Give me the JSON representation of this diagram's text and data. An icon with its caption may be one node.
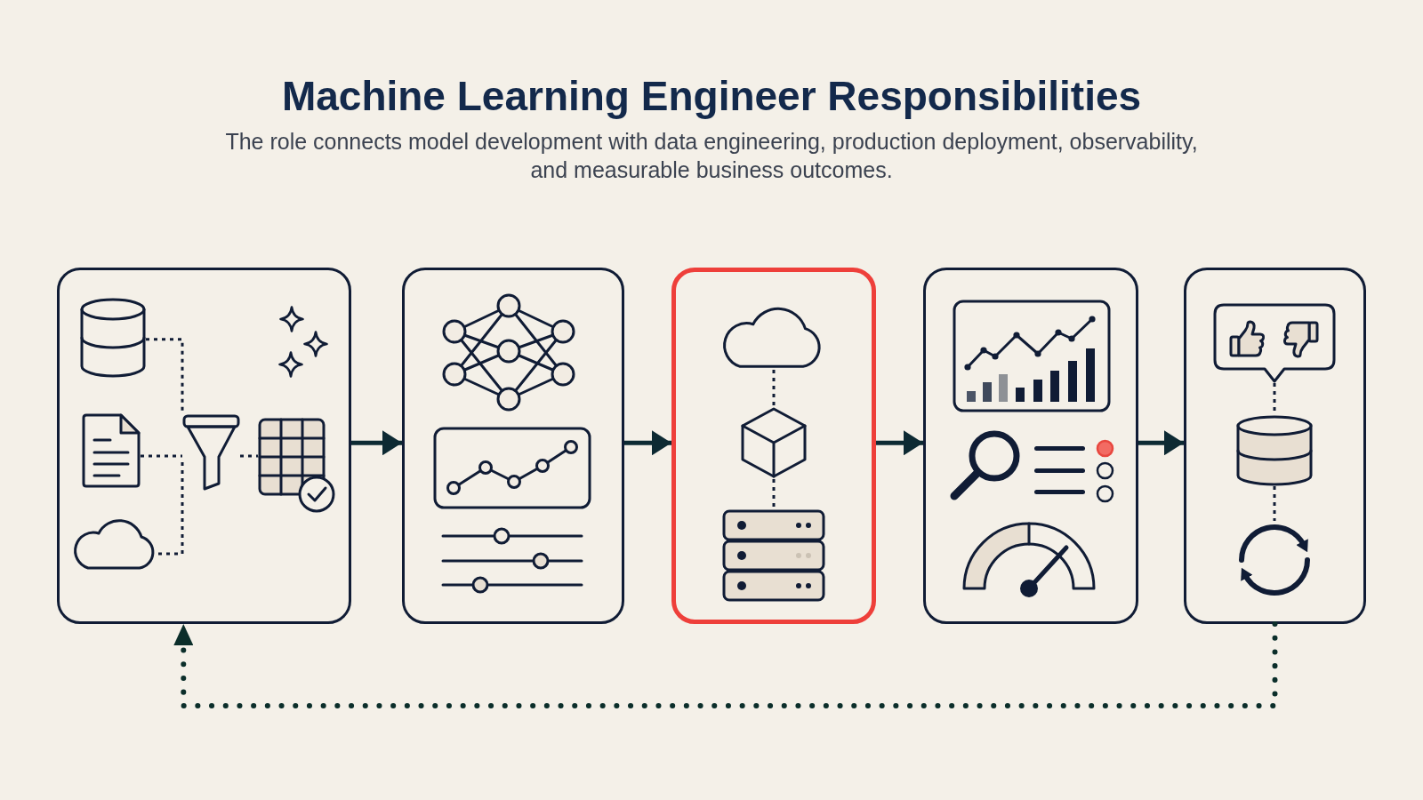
{
  "diagram": {
    "title": "Machine Learning Engineer Responsibilities",
    "caption": "The role connects model development with data engineering, production deployment, observability, and measurable business outcomes.",
    "nodes": [
      {
        "text": [],
        "shape": "box"
      },
      {
        "text": [],
        "shape": "cylinder",
        "in": 0
      },
      {
        "text": [],
        "shape": "document",
        "in": 0
      },
      {
        "text": [],
        "shape": "funnel",
        "in": 0
      },
      {
        "text": [],
        "shape": "table",
        "in": 0
      },
      {
        "text": [],
        "shape": "cloud",
        "in": 0
      },
      {
        "text": [],
        "shape": "box"
      },
      {
        "text": [],
        "shape": "box"
      },
      {
        "text": [],
        "shape": "cloud",
        "in": 7
      },
      {
        "text": [],
        "shape": "cube",
        "in": 7
      },
      {
        "text": [],
        "shape": "server",
        "in": 7
      },
      {
        "text": [],
        "shape": "box"
      },
      {
        "text": [],
        "shape": "box"
      },
      {
        "text": [],
        "shape": "bubble",
        "in": 12
      },
      {
        "text": [],
        "shape": "cylinder",
        "in": 12
      },
      {
        "text": [],
        "shape": "picture",
        "in": 12
      }
    ],
    "edges": [
      {
        "from": 0,
        "to": 6,
        "arrow": "to"
      },
      {
        "from": 6,
        "to": 7,
        "arrow": "to"
      },
      {
        "from": 7,
        "to": 11,
        "arrow": "to"
      },
      {
        "from": 11,
        "to": 12,
        "arrow": "to"
      },
      {
        "from": 12,
        "to": 0,
        "arrow": "to",
        "style": "dashed"
      },
      {
        "from": 1,
        "to": 3,
        "arrow": "none",
        "style": "dashed"
      },
      {
        "from": 2,
        "to": 3,
        "arrow": "none",
        "style": "dashed"
      },
      {
        "from": 5,
        "to": 3,
        "arrow": "none",
        "style": "dashed"
      },
      {
        "from": 3,
        "to": 4,
        "arrow": "none",
        "style": "dashed"
      },
      {
        "from": 8,
        "to": 9,
        "arrow": "none",
        "style": "dashed"
      },
      {
        "from": 9,
        "to": 10,
        "arrow": "none",
        "style": "dashed"
      },
      {
        "from": 13,
        "to": 14,
        "arrow": "none",
        "style": "dashed"
      },
      {
        "from": 14,
        "to": 15,
        "arrow": "none",
        "style": "dashed"
      }
    ]
  }
}
